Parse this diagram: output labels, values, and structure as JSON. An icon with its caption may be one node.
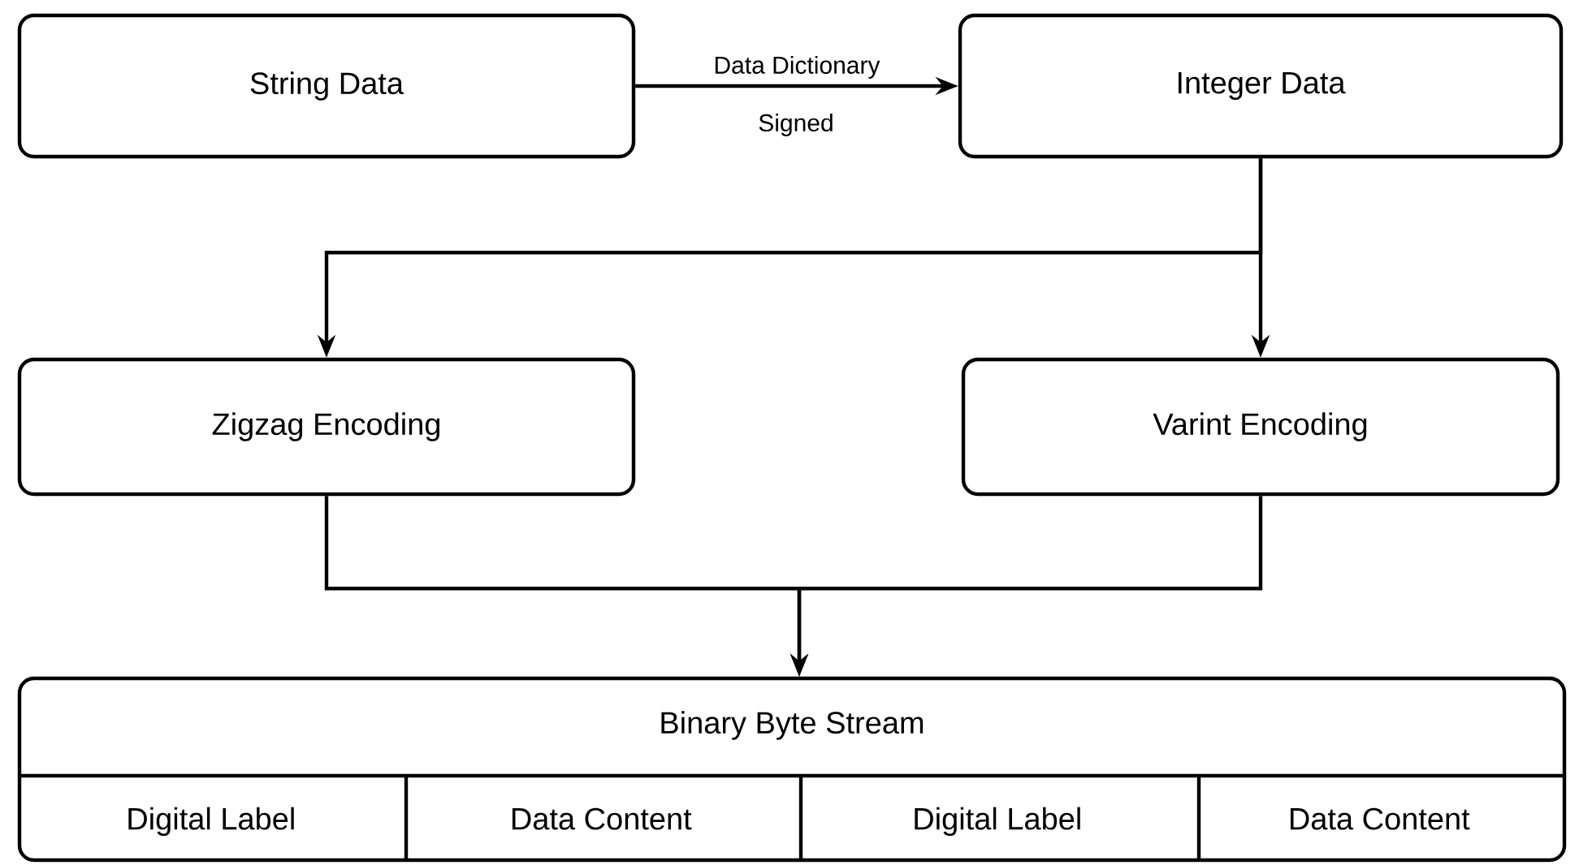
{
  "diagram": {
    "nodes": [
      {
        "text": [
          "String Data"
        ]
      },
      {
        "text": [
          "Integer Data"
        ]
      },
      {
        "text": [
          "Zigzag Encoding"
        ]
      },
      {
        "text": [
          "Varint Encoding"
        ]
      },
      {
        "text": [
          "Binary Byte Stream"
        ]
      },
      {
        "text": [
          "Digital Label"
        ],
        "in": 4
      },
      {
        "text": [
          "Data Content"
        ],
        "in": 4
      },
      {
        "text": [
          "Digital Label"
        ],
        "in": 4
      },
      {
        "text": [
          "Data Content"
        ],
        "in": 4
      }
    ],
    "edges": [
      {
        "from": 0,
        "to": 1,
        "arrow": "to",
        "label": "Data Dictionary"
      },
      {
        "from": 1,
        "to": 2,
        "arrow": "to"
      },
      {
        "from": 1,
        "to": 3,
        "arrow": "to"
      },
      {
        "from": 2,
        "to": 4,
        "arrow": "to"
      },
      {
        "from": 3,
        "to": 4,
        "arrow": "to"
      }
    ],
    "labels": [
      "Signed"
    ]
  }
}
